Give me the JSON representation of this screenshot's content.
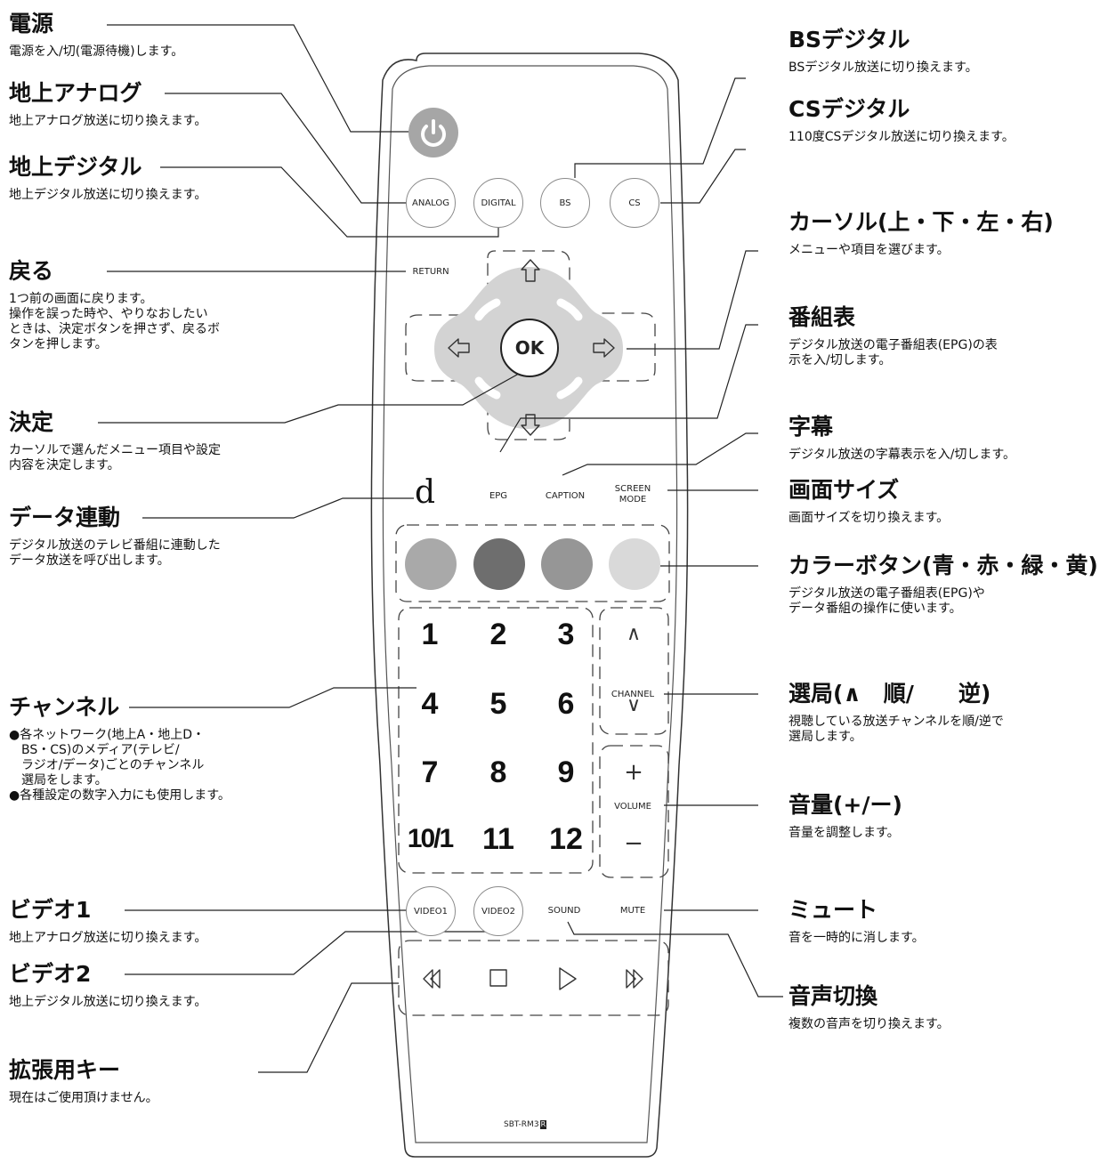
{
  "annotations": {
    "power": {
      "title": "電源",
      "desc": "電源を入/切(電源待機)します。"
    },
    "analog": {
      "title": "地上アナログ",
      "desc": "地上アナログ放送に切り換えます。"
    },
    "digital": {
      "title": "地上デジタル",
      "desc": "地上デジタル放送に切り換えます。"
    },
    "back": {
      "title": "戻る",
      "desc": "1つ前の画面に戻ります。\n操作を誤った時や、やりなおしたい\nときは、決定ボタンを押さず、戻るボ\nタンを押します。"
    },
    "enter": {
      "title": "決定",
      "desc": "カーソルで選んだメニュー項目や設定\n内容を決定します。"
    },
    "data": {
      "title": "データ連動",
      "desc": "デジタル放送のテレビ番組に連動した\nデータ放送を呼び出します。"
    },
    "channel": {
      "title": "チャンネル",
      "desc": "●各ネットワーク(地上A・地上D・\n　BS・CS)のメディア(テレビ/\n　ラジオ/データ)ごとのチャンネル\n　選局をします。\n●各種設定の数字入力にも使用します。"
    },
    "video1": {
      "title": "ビデオ1",
      "desc": "地上アナログ放送に切り換えます。"
    },
    "video2": {
      "title": "ビデオ2",
      "desc": "地上デジタル放送に切り換えます。"
    },
    "ext": {
      "title": "拡張用キー",
      "desc": "現在はご使用頂けません。"
    },
    "bs": {
      "title": "BSデジタル",
      "desc": "BSデジタル放送に切り換えます。"
    },
    "cs": {
      "title": "CSデジタル",
      "desc": "110度CSデジタル放送に切り換えます。"
    },
    "cursor": {
      "title": "カーソル(上・下・左・右)",
      "desc": "メニューや項目を選びます。"
    },
    "epg": {
      "title": "番組表",
      "desc": "デジタル放送の電子番組表(EPG)の表\n示を入/切します。"
    },
    "caption": {
      "title": "字幕",
      "desc": "デジタル放送の字幕表示を入/切します。"
    },
    "screen": {
      "title": "画面サイズ",
      "desc": "画面サイズを切り換えます。"
    },
    "colors": {
      "title": "カラーボタン(青・赤・緑・黄)",
      "desc": "デジタル放送の電子番組表(EPG)や\nデータ番組の操作に使います。"
    },
    "select": {
      "title": "選局(∧　順/　　逆)",
      "desc": "視聴している放送チャンネルを順/逆で\n選局します。"
    },
    "volume": {
      "title": "音量(+/ー)",
      "desc": "音量を調整します。"
    },
    "mute": {
      "title": "ミュート",
      "desc": "音を一時的に消します。"
    },
    "sound": {
      "title": "音声切換",
      "desc": "複数の音声を切り換えます。"
    }
  },
  "remote": {
    "analog": "ANALOG",
    "digital": "DIGITAL",
    "bs": "BS",
    "cs": "CS",
    "return": "RETURN",
    "ok": "OK",
    "data": "d",
    "epg": "EPG",
    "caption": "CAPTION",
    "screen_mode": "SCREEN\nMODE",
    "channel": "CHANNEL",
    "volume": "VOLUME",
    "plus": "+",
    "minus": "−",
    "ch_up": "∧",
    "ch_down": "∨",
    "numbers": [
      "1",
      "2",
      "3",
      "4",
      "5",
      "6",
      "7",
      "8",
      "9",
      "10/1",
      "11",
      "12"
    ],
    "video1": "VIDEO1",
    "video2": "VIDEO2",
    "sound": "SOUND",
    "mute": "MUTE",
    "model": "SBT-RM3",
    "model_mark": "R"
  },
  "colors": {
    "blue": "#a9a9a9",
    "red": "#6e6e6e",
    "green": "#969696",
    "yellow": "#d9d9d9",
    "dpad": "#d3d3d3",
    "power": "#a6a6a6"
  }
}
